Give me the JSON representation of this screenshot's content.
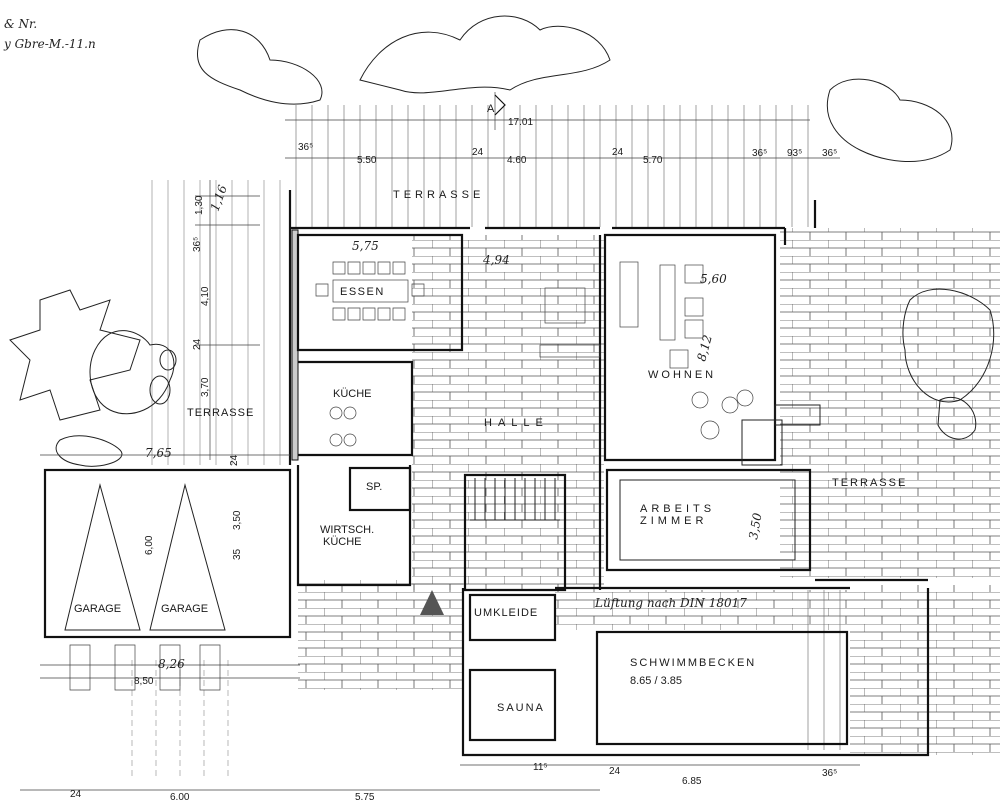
{
  "title": "Grundriss Erdgeschoss",
  "section_marker": "A",
  "handwritten_notes": [
    "& Nr.",
    "y Gbre-M.-11.n"
  ],
  "rooms": {
    "essen": "ESSEN",
    "kueche": "KÜCHE",
    "halle": "HALLE",
    "wohnen": "WOHNEN",
    "speisekammer": "SP.",
    "wirtsch_1": "WIRTSCH.",
    "wirtsch_2": "KÜCHE",
    "arbeits_1": "ARBEITS",
    "arbeits_2": "ZIMMER",
    "garage_1": "GARAGE",
    "garage_2": "GARAGE",
    "umkleide": "UMKLEIDE",
    "sauna": "SAUNA",
    "schwimmbecken": "SCHWIMMBECKEN",
    "pool_size": "8.65 / 3.85",
    "terrasse_top": "TERRASSE",
    "terrasse_left": "TERRASSE",
    "terrasse_right": "TERRASSE"
  },
  "annotations": {
    "ventilation": "Lüftung nach DIN 18017",
    "essen_width": "5,75",
    "halle_width": "4,94",
    "wohnen_width": "5,60",
    "wohnen_depth": "8,12",
    "arbeits_depth": "3,50"
  },
  "dimensions": {
    "top_total": "17.01",
    "top_wall_left": "36⁵",
    "top_1": "5.50",
    "top_wall_2": "24",
    "top_2": "4.60",
    "top_wall_3": "24",
    "top_3": "5.70",
    "top_wall_4": "36⁵",
    "top_4": "93⁵",
    "top_wall_5": "36⁵",
    "left_1": "1,30",
    "left_1b": "1,16",
    "left_wall": "36⁵",
    "left_2": "4,10",
    "left_wall_2": "24",
    "left_3": "3,70",
    "garage_width": "7,65",
    "garage_wall": "24",
    "garage_depth": "6,00",
    "garage_side": "3,50",
    "garage_side_2": "35",
    "front_1": "8,26",
    "front_2": "8,50",
    "bottom_wall_1": "11⁵",
    "bottom_wall_2": "24",
    "bottom_pool": "6.85",
    "bottom_wall_3": "36⁵",
    "bottom_left_wall": "24",
    "bottom_left": "6,00",
    "bottom_mid": "5,75"
  }
}
